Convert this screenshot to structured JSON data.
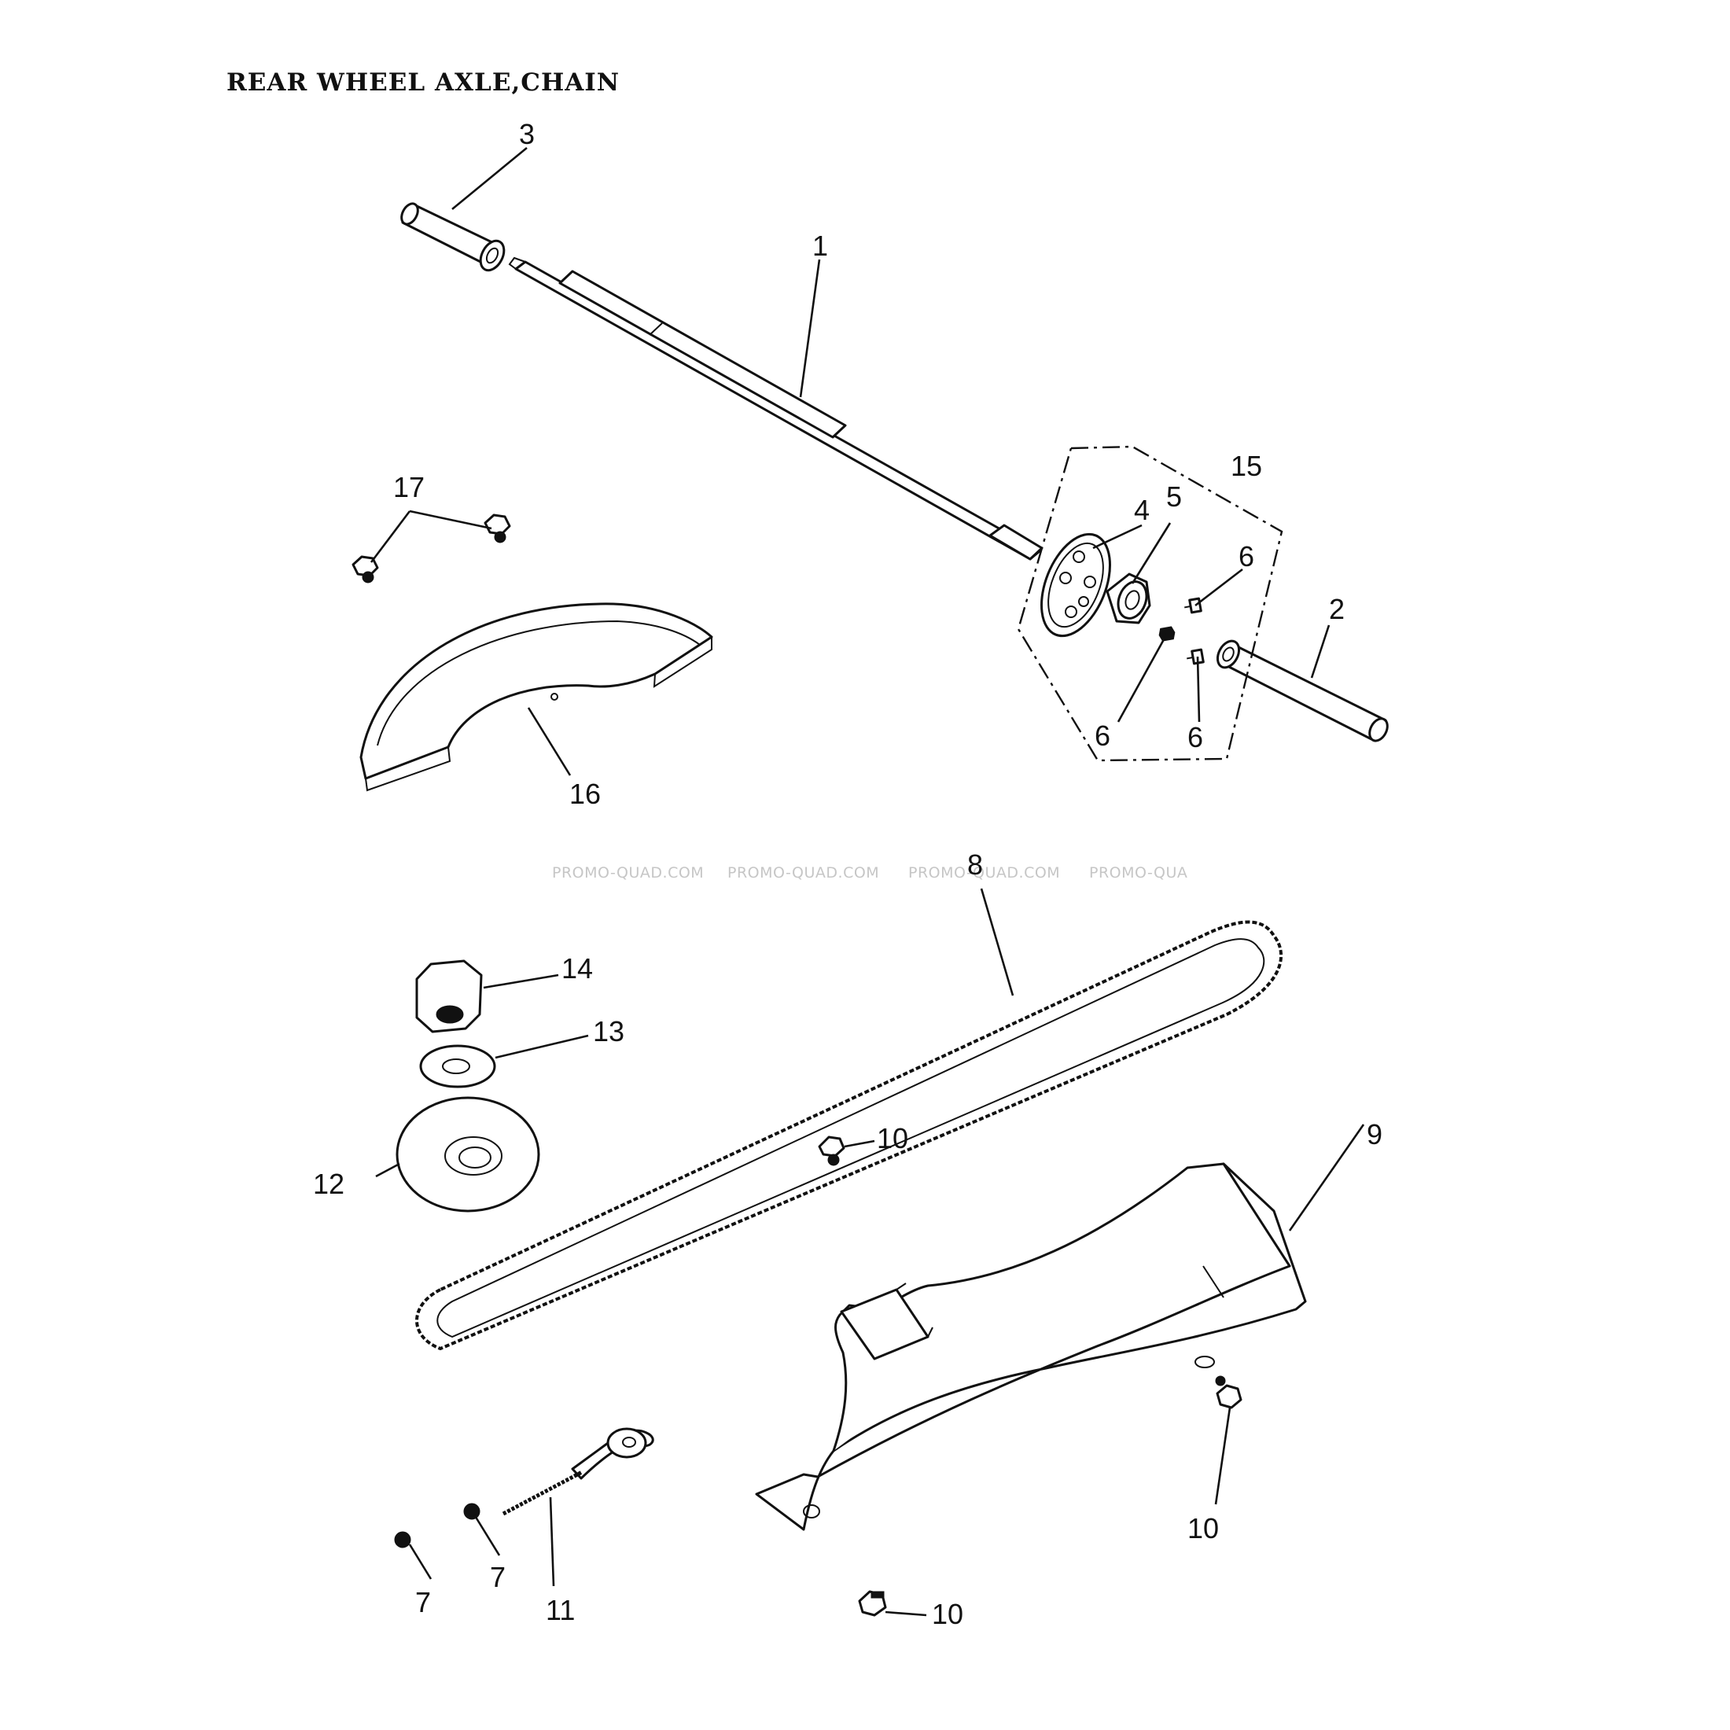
{
  "title": "REAR WHEEL AXLE,CHAIN",
  "watermark": {
    "items": [
      "PROMO-QUAD.COM",
      "PROMO-QUAD.COM",
      "PROMO-QUAD.COM",
      "PROMO-QUA"
    ]
  },
  "callouts": {
    "c1": "1",
    "c2": "2",
    "c3": "3",
    "c4": "4",
    "c5": "5",
    "c6a": "6",
    "c6b": "6",
    "c6c": "6",
    "c7a": "7",
    "c7b": "7",
    "c8": "8",
    "c9": "9",
    "c10a": "10",
    "c10b": "10",
    "c10c": "10",
    "c11": "11",
    "c12": "12",
    "c13": "13",
    "c14": "14",
    "c15": "15",
    "c16": "16",
    "c17": "17"
  }
}
